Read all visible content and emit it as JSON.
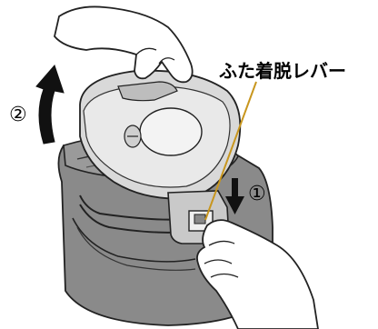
{
  "illustration": {
    "callout_label": "ふた着脱レバー",
    "step_one": "①",
    "step_two": "②",
    "colors": {
      "body": "#8c8c8c",
      "body_dark": "#6e6e6e",
      "lid": "#d8d8d8",
      "leader_line": "#c8961e",
      "outline": "#222222"
    }
  }
}
